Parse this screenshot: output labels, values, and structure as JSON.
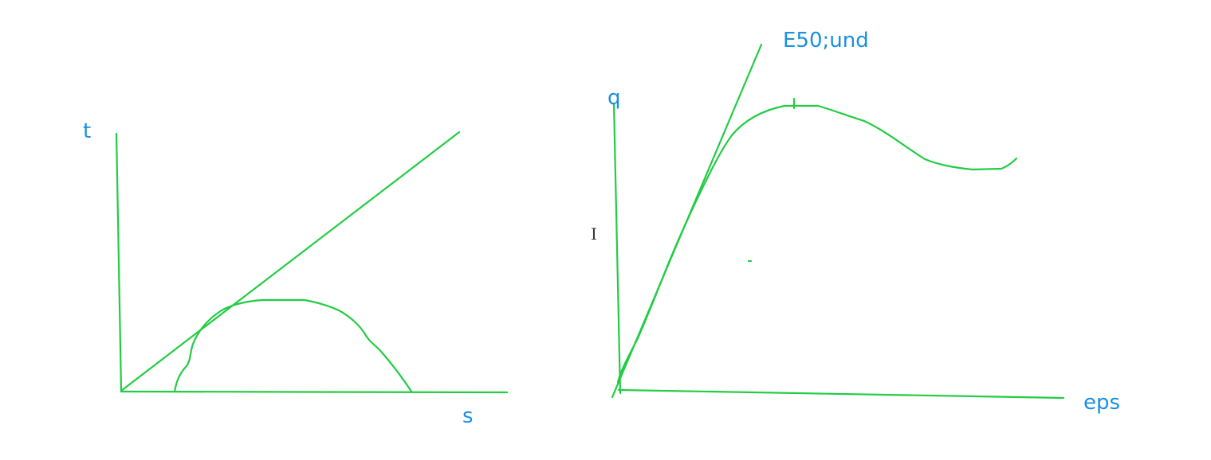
{
  "colors": {
    "ink": "#22cc44",
    "label": "#1a8fe3",
    "cursor": "#333333",
    "background": "#ffffff"
  },
  "left_sketch": {
    "y_axis_label": "t",
    "x_axis_label": "s"
  },
  "right_sketch": {
    "y_axis_label": "q",
    "x_axis_label": "eps",
    "tangent_label": "E50;und"
  },
  "cursor": {
    "icon": "text-cursor-icon",
    "glyph": "I"
  }
}
